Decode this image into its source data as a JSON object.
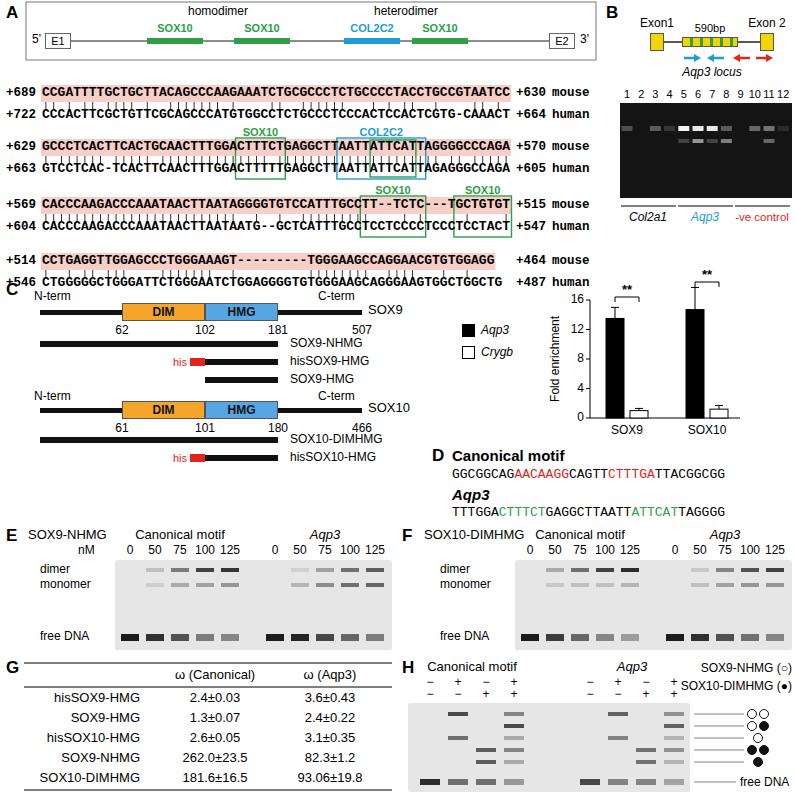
{
  "diagram": {
    "nodes": [
      {
        "text": [
          "E1"
        ]
      },
      {
        "text": [
          "SOX10"
        ]
      },
      {
        "text": [
          "SOX10"
        ]
      },
      {
        "text": [
          "COL2C2"
        ]
      },
      {
        "text": [
          "SOX10"
        ]
      },
      {
        "text": [
          "E2"
        ]
      },
      {
        "text": [
          "Exon1"
        ]
      },
      {
        "text": [
          "590bp"
        ]
      },
      {
        "text": [
          "Exon 2"
        ]
      },
      {
        "text": [
          "DIM"
        ]
      },
      {
        "text": [
          "HMG"
        ]
      },
      {
        "text": [
          "his"
        ]
      },
      {
        "text": [
          "DIM"
        ]
      },
      {
        "text": [
          "HMG"
        ]
      },
      {
        "text": [
          "his"
        ]
      }
    ],
    "edges": [
      {
        "from": 0,
        "to": 5,
        "arrow": "none"
      },
      {
        "from": 6,
        "to": 8,
        "arrow": "none"
      }
    ],
    "labels": [
      "A",
      "5'",
      "3'",
      "homodimer",
      "heterodimer",
      "+689",
      "CCGATTTTGCTGCTTACAGCCCAAGAAATCTGCGCCCTCTGCCCCTACCTGCCGTAATCC",
      "+630",
      "mouse",
      "+722",
      "CCCACTTCGCTGTTCGCAGCCCATGTGGCCTCTGCCCTCCCACTCCACTCGTG-CAAACT",
      "+664",
      "human",
      "+629",
      "GCCCTCACTTCACTGCAACTTTGGACTTTCTGAGGCTTAATTATTCATTAGGGGCCCAGA",
      "+570",
      "mouse",
      "+663",
      "GTCCTCAC-TCACTTCAACTTTGGACTTTTTGAGGCTTAATTATTCATTAGAGGGCCAGA",
      "+605",
      "human",
      "+569",
      "CACCCAAGACCCAAATAACTTAATAGGGGTGTCCATTTGCCTT--TCTC---TGCTGTGT",
      "+515",
      "mouse",
      "+604",
      "CACCCAAGACCCAAATAACTTAATAATG--GCTCATTTGCCTCCTCCCCTCCCTCCTACT",
      "+547",
      "human",
      "+514",
      "CCTGAGGTTGGAGCCCTGGGAAAGT---------TGGGAAGCCAGGAACGTGTGGAGG",
      "+464",
      "mouse",
      "+546",
      "CTGGGGGCTGGGATTCTGGGAATCTGGAGGGGTGTGGGAAGCAGGGAAGTGGCTGGCTG",
      "+487",
      "human",
      "SOX10",
      "COL2C2",
      "SOX10",
      "SOX10",
      "B",
      "Aqp3 locus",
      "1",
      "2",
      "3",
      "4",
      "5",
      "6",
      "7",
      "8",
      "9",
      "10",
      "11",
      "12",
      "Col2a1",
      "Aqp3",
      "-ve control",
      "Fold enrichment",
      "16",
      "12",
      "8",
      "4",
      "0",
      "**",
      "**",
      "SOX9",
      "SOX10",
      "C",
      "N-term",
      "C-term",
      "SOX9",
      "62",
      "102",
      "181",
      "507",
      "SOX9-NHMG",
      "hisSOX9-HMG",
      "SOX9-HMG",
      "N-term",
      "C-term",
      "SOX10",
      "61",
      "101",
      "180",
      "466",
      "SOX10-DIMHMG",
      "hisSOX10-HMG",
      "D",
      "Canonical motif",
      "GGCGGCAG",
      "AACAAGG",
      "CAGTT",
      "CTTTGA",
      "TTACGGCGG",
      "Aqp3",
      "TTTGGA",
      "CTTTCT",
      "GAGGCTTAATT",
      "ATTCAT",
      "TAGGGG",
      "E",
      "SOX9-NHMG",
      "Canonical motif",
      "Aqp3",
      "nM",
      "0",
      "50",
      "75",
      "100",
      "125",
      "0",
      "50",
      "75",
      "100",
      "125",
      "dimer",
      "monomer",
      "free DNA",
      "F",
      "SOX10-DIMHMG",
      "Canonical motif",
      "Aqp3",
      "0",
      "50",
      "75",
      "100",
      "125",
      "0",
      "50",
      "75",
      "100",
      "125",
      "dimer",
      "monomer",
      "free DNA",
      "G",
      "ω (Canonical)",
      "ω (Aqp3)",
      "hisSOX9-HMG",
      "2.4±0.03",
      "3.6±0.43",
      "SOX9-HMG",
      "1.3±0.07",
      "2.4±0.22",
      "hisSOX10-HMG",
      "2.6±0.05",
      "3.1±0.35",
      "SOX9-NHMG",
      "262.0±23.5",
      "82.3±1.2",
      "SOX10-DIMHMG",
      "181.6±16.5",
      "93.06±19.8",
      "H",
      "Canonical motif",
      "Aqp3",
      "−",
      "+",
      "−",
      "+",
      "−",
      "+",
      "−",
      "+",
      "−",
      "−",
      "+",
      "+",
      "−",
      "−",
      "+",
      "+",
      "SOX9-NHMG (○)",
      "SOX10-DIMHMG (●)",
      "free DNA"
    ],
    "legend": [
      {
        "text": "Aqp3",
        "color": "#000000"
      },
      {
        "text": "Crygb",
        "color": "#ffffff"
      }
    ]
  }
}
